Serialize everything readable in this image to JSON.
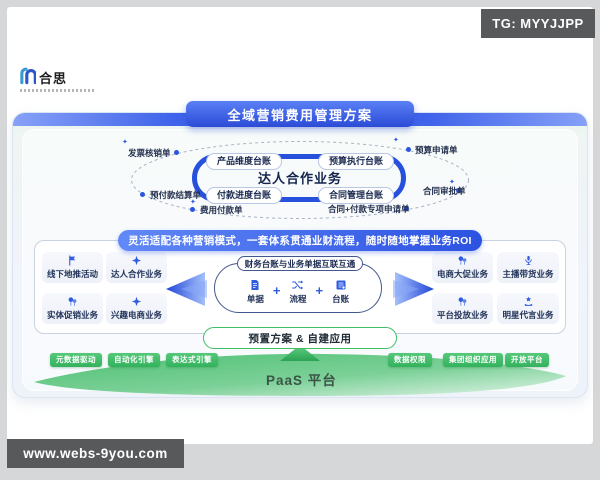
{
  "page": {
    "tg_badge": "TG: MYYJJPP",
    "watermark": "www.webs-9you.com"
  },
  "logo": {
    "name": "合思"
  },
  "decor": {
    "sparkle_glyph": "✦"
  },
  "colors": {
    "accent_blue": "#2b55e0",
    "banner_blue": "#2b4bd6",
    "green": "#3fbf68",
    "badge_gray": "#58595b",
    "text_navy": "#1b2a50"
  },
  "diagram": {
    "title": "全域营销费用管理方案",
    "ellipse": {
      "center_label": "达人合作业务",
      "pills": [
        "产品维度台账",
        "预算执行台账",
        "付款进度台账",
        "合同管理台账"
      ],
      "docs": [
        {
          "label": "发票核销单",
          "pos": "top-left"
        },
        {
          "label": "预算申请单",
          "pos": "top-right"
        },
        {
          "label": "预付款结算单",
          "pos": "left"
        },
        {
          "label": "合同审批单",
          "pos": "right"
        },
        {
          "label": "费用付款单",
          "pos": "bottom-left"
        },
        {
          "label": "合同+付款专项申请单",
          "pos": "bottom-right"
        }
      ]
    },
    "tagline": "灵活适配各种营销模式，一套体系贯通业财流程，随时随地掌握业务ROI",
    "middle": {
      "left_items": [
        {
          "label": "线下地推活动",
          "icon": "flag-icon"
        },
        {
          "label": "达人合作业务",
          "icon": "sparkle-icon"
        },
        {
          "label": "实体促销业务",
          "icon": "balloons-icon"
        },
        {
          "label": "兴趣电商业务",
          "icon": "sparkle-icon"
        }
      ],
      "right_items": [
        {
          "label": "电商大促业务",
          "icon": "balloons-icon"
        },
        {
          "label": "主播带货业务",
          "icon": "microphone-icon"
        },
        {
          "label": "平台投放业务",
          "icon": "balloons-icon"
        },
        {
          "label": "明星代言业务",
          "icon": "hand-star-icon"
        }
      ],
      "center": {
        "title": "财务台账与业务单据互联互通",
        "plus": "+",
        "items": [
          {
            "label": "单据",
            "icon": "document-icon"
          },
          {
            "label": "流程",
            "icon": "flow-icon"
          },
          {
            "label": "台账",
            "icon": "ledger-icon"
          }
        ]
      }
    },
    "preset_pill": "预置方案 & 自建应用",
    "paas": {
      "label": "PaaS 平台",
      "tags_left": [
        "元数据驱动",
        "自动化引擎",
        "表达式引擎"
      ],
      "tags_right": [
        "数据权限",
        "集团组织应用",
        "开放平台"
      ]
    }
  }
}
